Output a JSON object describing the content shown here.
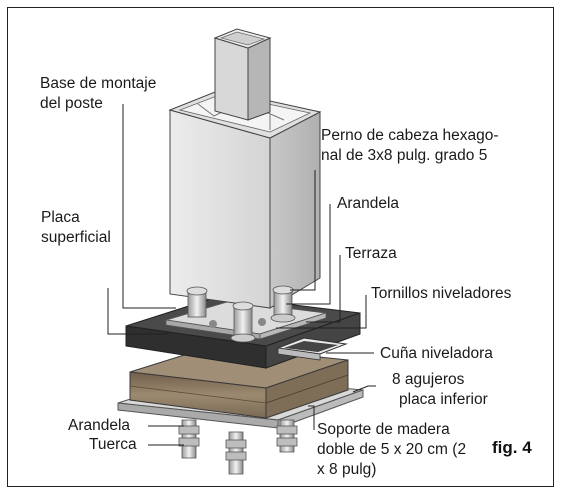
{
  "labels": {
    "base_montaje": [
      "Base de montaje",
      "del poste"
    ],
    "perno": [
      "Perno de cabeza hexago-",
      "nal de 3x8 pulg. grado 5"
    ],
    "arandela_top": "Arandela",
    "placa_superficial": [
      "Placa",
      "superficial"
    ],
    "terraza": "Terraza",
    "tornillos": "Tornillos niveladores",
    "cuna": "Cuña niveladora",
    "agujeros": [
      "8 agujeros",
      "placa inferior"
    ],
    "arandela_bottom": "Arandela",
    "tuerca": "Tuerca",
    "soporte": [
      "Soporte de madera",
      "doble de 5 x 20 cm (2",
      "x 8 pulg)"
    ]
  },
  "figure_label": "fig. 4",
  "colors": {
    "post_light": "#e4e4e4",
    "post_mid": "#d2d2d2",
    "post_dark": "#bcbcbc",
    "deck_dark": "#3c3c3c",
    "deck_side": "#555555",
    "plate": "#cfcfcf",
    "wood": "#8c7a63",
    "leader": "#222222"
  }
}
